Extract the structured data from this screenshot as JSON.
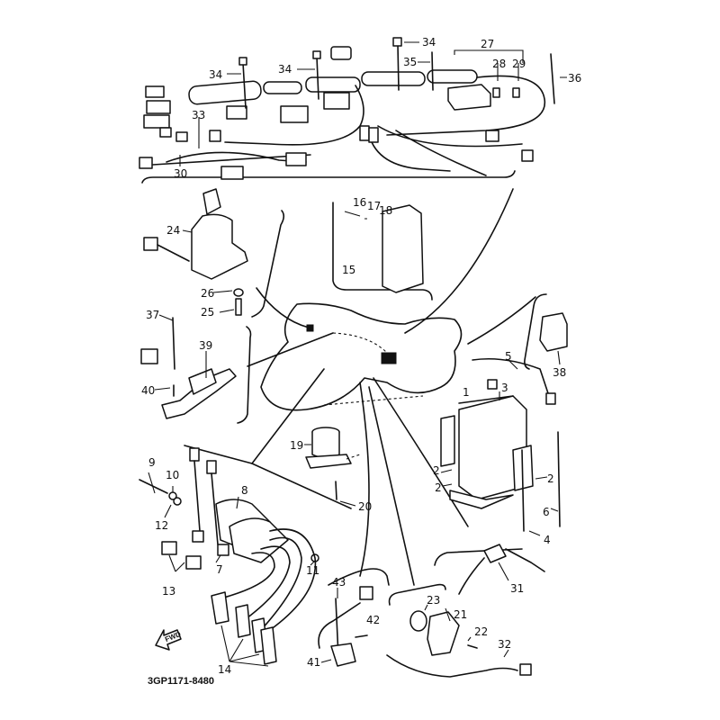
{
  "diagram": {
    "title": "Electrical parts exploded view",
    "drawing_code": "3GP1171-8480",
    "direction_arrow": "FWD",
    "callouts": [
      {
        "id": "c1",
        "label": "1",
        "part": "battery"
      },
      {
        "id": "c2a",
        "label": "2",
        "part": "battery-pad"
      },
      {
        "id": "c2b",
        "label": "2",
        "part": "battery-pad"
      },
      {
        "id": "c2c",
        "label": "2",
        "part": "battery-pad"
      },
      {
        "id": "c3",
        "label": "3",
        "part": "battery-band"
      },
      {
        "id": "c4",
        "label": "4",
        "part": "battery-negative-lead"
      },
      {
        "id": "c5",
        "label": "5",
        "part": "battery-positive-lead"
      },
      {
        "id": "c6",
        "label": "6",
        "part": "ground-lead"
      },
      {
        "id": "c7",
        "label": "7",
        "part": "coil-connector"
      },
      {
        "id": "c8",
        "label": "8",
        "part": "ignition-coil"
      },
      {
        "id": "c9",
        "label": "9",
        "part": "bolt"
      },
      {
        "id": "c10",
        "label": "10",
        "part": "washer"
      },
      {
        "id": "c11",
        "label": "11",
        "part": "nut"
      },
      {
        "id": "c12",
        "label": "12",
        "part": "collar"
      },
      {
        "id": "c13",
        "label": "13",
        "part": "cover"
      },
      {
        "id": "c14",
        "label": "14",
        "part": "spark-plug-cap"
      },
      {
        "id": "c15",
        "label": "15",
        "part": "cdi-unit"
      },
      {
        "id": "c16",
        "label": "16",
        "part": "bolt"
      },
      {
        "id": "c17",
        "label": "17",
        "part": "washer"
      },
      {
        "id": "c18",
        "label": "18",
        "part": "grommet"
      },
      {
        "id": "c19",
        "label": "19",
        "part": "flasher-relay"
      },
      {
        "id": "c20",
        "label": "20",
        "part": "bolt"
      },
      {
        "id": "c21",
        "label": "21",
        "part": "neutral-switch"
      },
      {
        "id": "c22",
        "label": "22",
        "part": "screw"
      },
      {
        "id": "c23",
        "label": "23",
        "part": "o-ring"
      },
      {
        "id": "c24",
        "label": "24",
        "part": "main-switch"
      },
      {
        "id": "c25",
        "label": "25",
        "part": "bolt"
      },
      {
        "id": "c26",
        "label": "26",
        "part": "washer"
      },
      {
        "id": "c27",
        "label": "27",
        "part": "fuse-box"
      },
      {
        "id": "c28",
        "label": "28",
        "part": "fuse"
      },
      {
        "id": "c29",
        "label": "29",
        "part": "fuse"
      },
      {
        "id": "c30",
        "label": "30",
        "part": "wire-harness"
      },
      {
        "id": "c31",
        "label": "31",
        "part": "rear-brake-switch"
      },
      {
        "id": "c32",
        "label": "32",
        "part": "lead-wire"
      },
      {
        "id": "c33",
        "label": "33",
        "part": "band"
      },
      {
        "id": "c34a",
        "label": "34",
        "part": "cable-clamp"
      },
      {
        "id": "c34b",
        "label": "34",
        "part": "cable-clamp"
      },
      {
        "id": "c34c",
        "label": "34",
        "part": "cable-clamp"
      },
      {
        "id": "c35",
        "label": "35",
        "part": "clamp"
      },
      {
        "id": "c36",
        "label": "36",
        "part": "band"
      },
      {
        "id": "c37",
        "label": "37",
        "part": "band"
      },
      {
        "id": "c38",
        "label": "38",
        "part": "relay"
      },
      {
        "id": "c39",
        "label": "39",
        "part": "bracket"
      },
      {
        "id": "c40",
        "label": "40",
        "part": "screw"
      },
      {
        "id": "c41",
        "label": "41",
        "part": "sidestand-switch"
      },
      {
        "id": "c42",
        "label": "42",
        "part": "screw"
      },
      {
        "id": "c43",
        "label": "43",
        "part": "band"
      }
    ]
  }
}
